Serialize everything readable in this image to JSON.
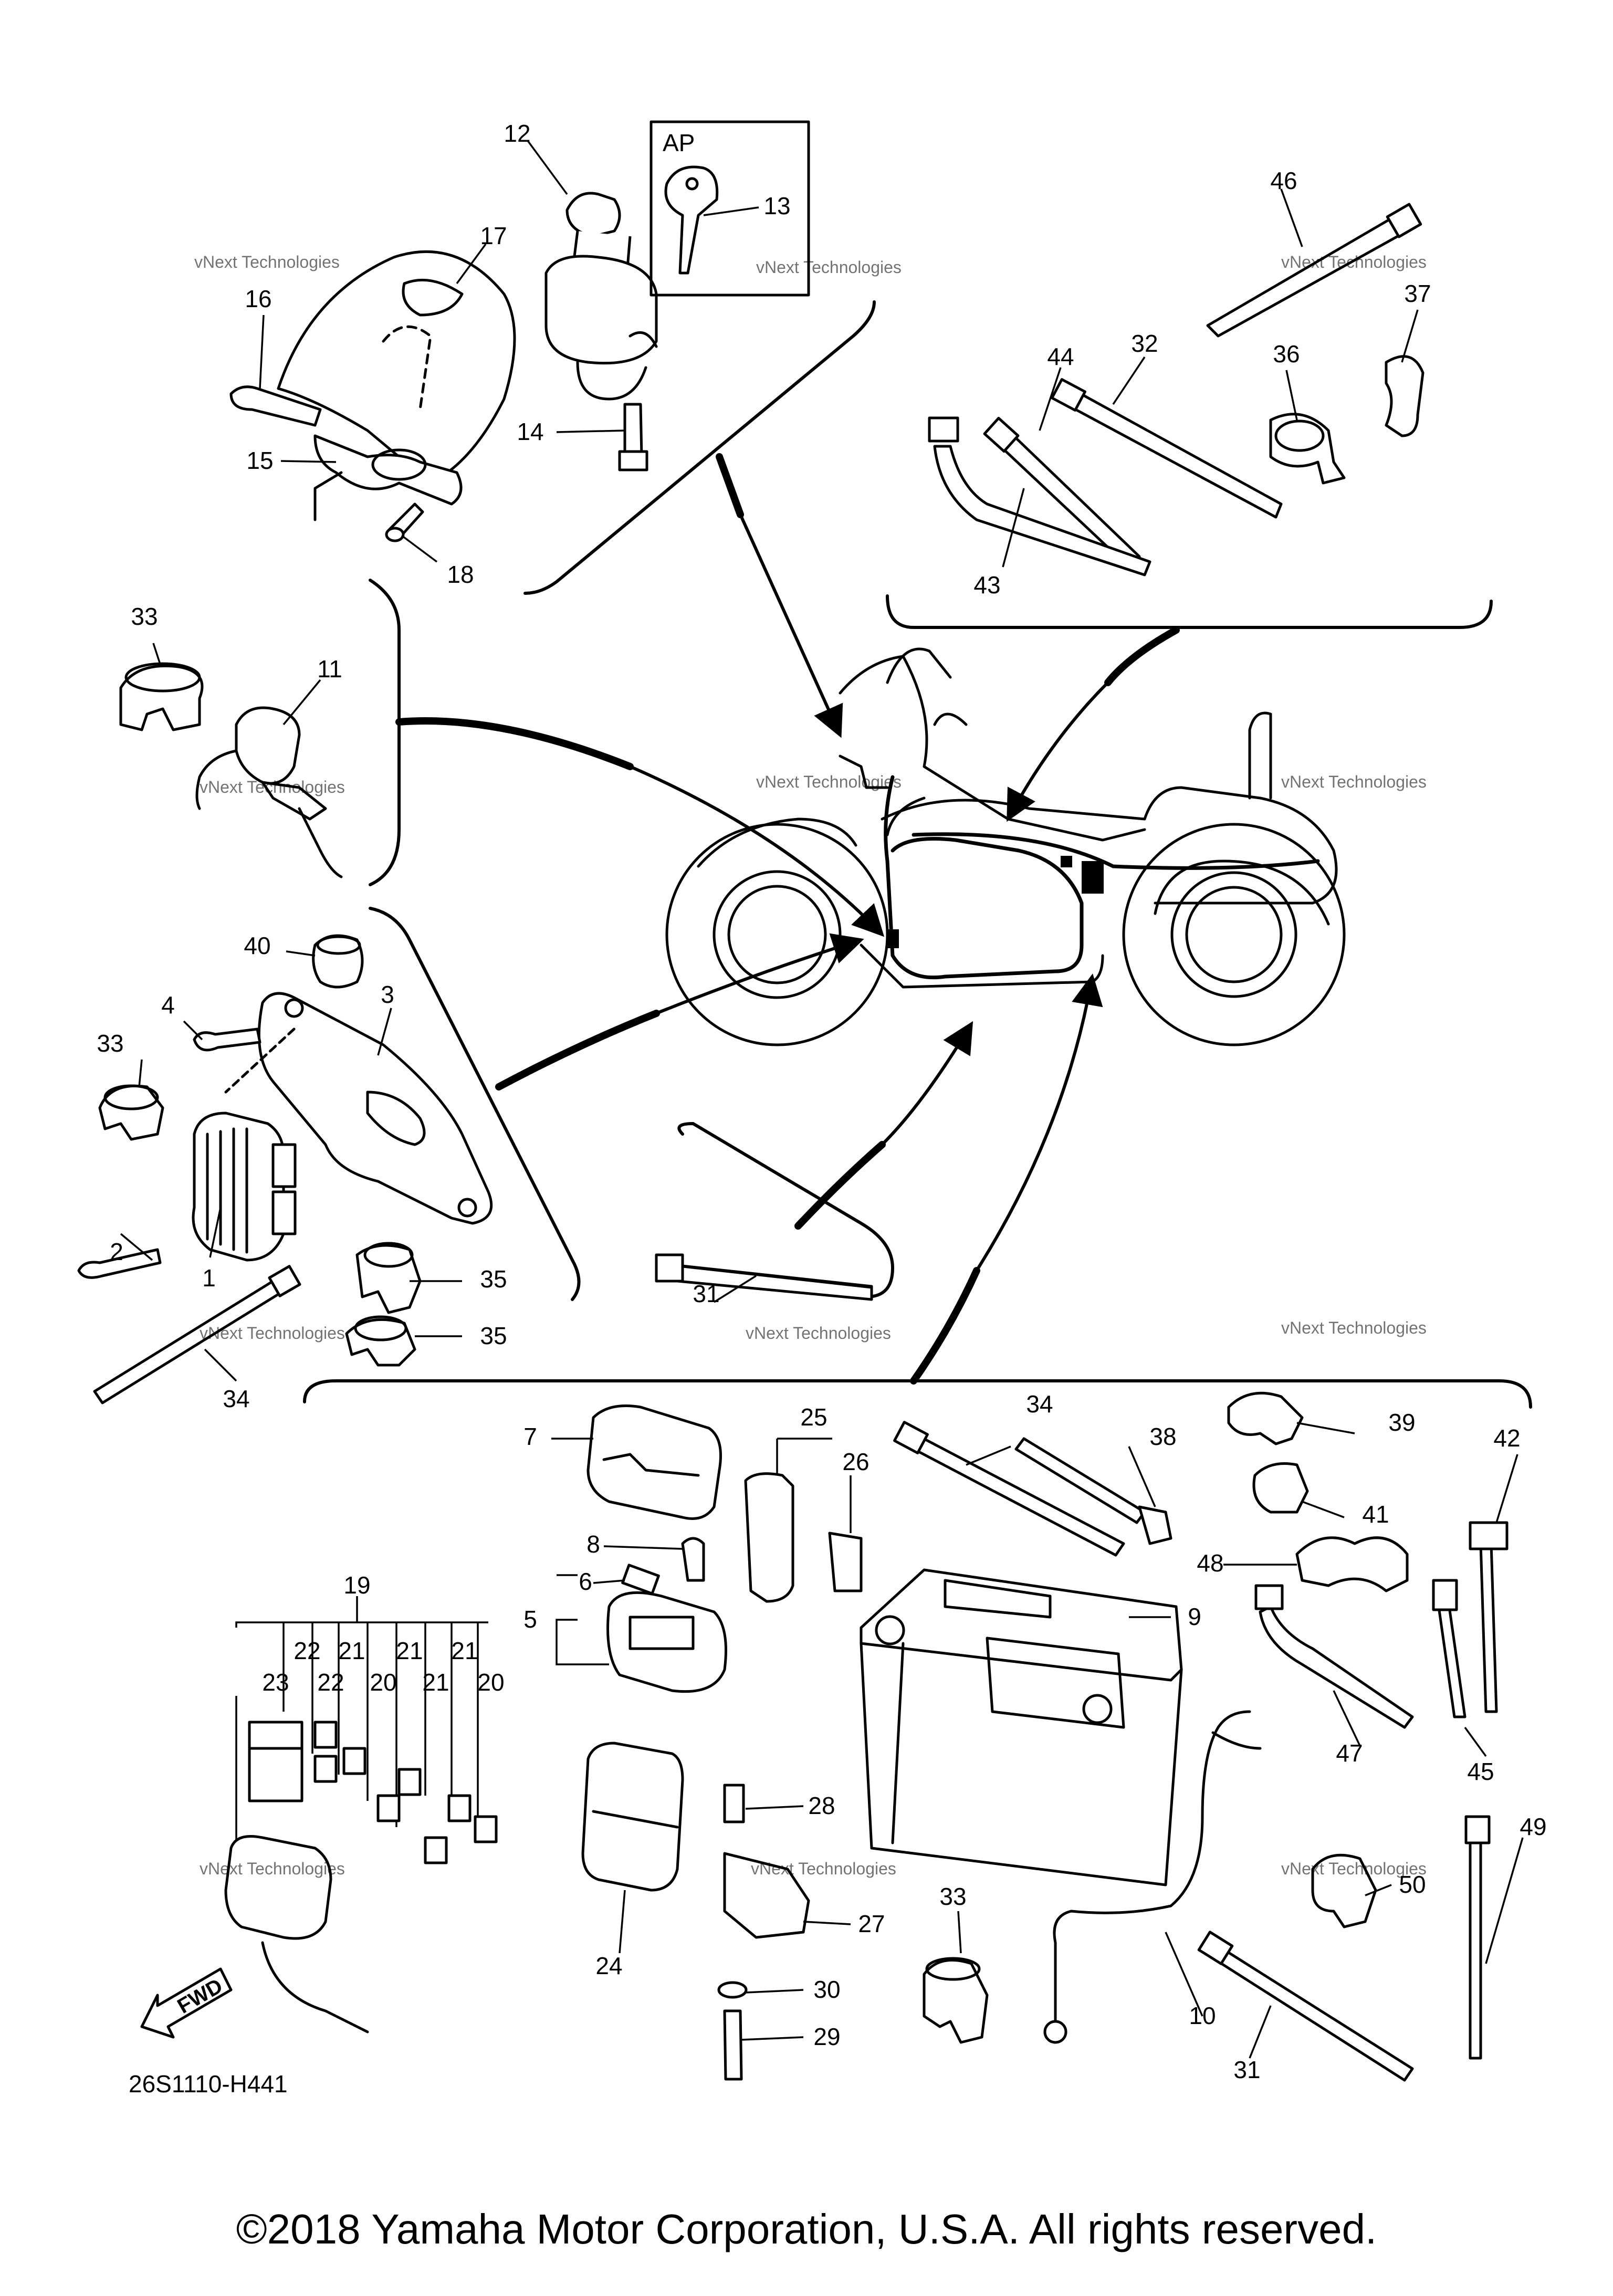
{
  "diagram": {
    "drawing_number": "26S1110-H441",
    "inset_label": "AP",
    "direction_badge": "FWD",
    "copyright": "©2018 Yamaha Motor Corporation, U.S.A. All rights reserved.",
    "watermark": "vNext Technologies",
    "callouts": [
      "12",
      "13",
      "17",
      "16",
      "14",
      "15",
      "18",
      "46",
      "37",
      "44",
      "32",
      "36",
      "43",
      "33",
      "11",
      "40",
      "4",
      "3",
      "33",
      "2",
      "1",
      "35",
      "35",
      "34",
      "31",
      "7",
      "25",
      "26",
      "34",
      "38",
      "39",
      "42",
      "41",
      "48",
      "8",
      "6",
      "5",
      "9",
      "19",
      "22",
      "21",
      "21",
      "21",
      "23",
      "22",
      "20",
      "21",
      "20",
      "47",
      "45",
      "28",
      "24",
      "27",
      "30",
      "29",
      "33",
      "10",
      "31",
      "49",
      "50"
    ]
  }
}
